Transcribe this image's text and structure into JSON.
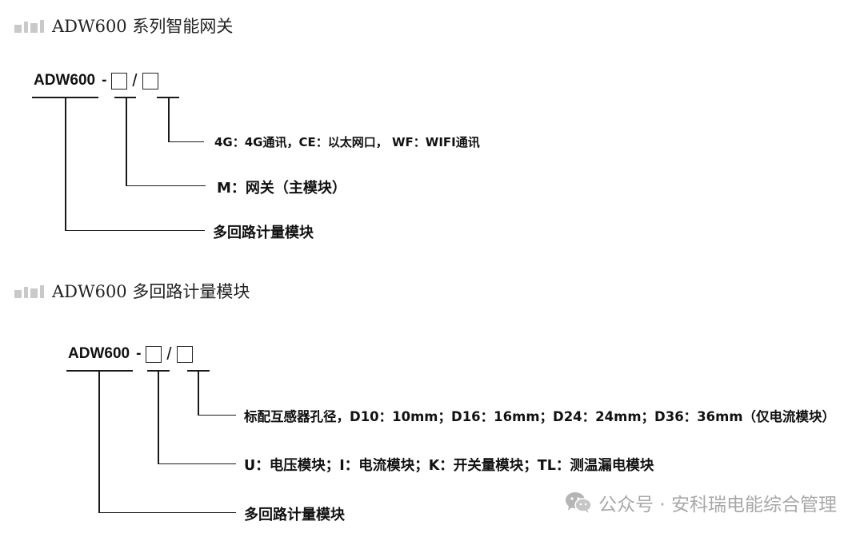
{
  "section1": {
    "heading": "ADW600 系列智能网关",
    "code": {
      "model": "ADW600",
      "dash": "-",
      "slash": "/"
    },
    "descriptions": [
      "4G：4G通讯，CE：以太网口， WF：WIFI通讯",
      "M：网关（主模块）",
      "多回路计量模块"
    ]
  },
  "section2": {
    "heading": "ADW600 多回路计量模块",
    "code": {
      "model": "ADW600",
      "dash": "-",
      "slash": "/"
    },
    "descriptions": [
      "标配互感器孔径，D10：10mm；D16：16mm；D24：24mm；D36：36mm（仅电流模块）",
      "U：电压模块；I：电流模块；K：开关量模块；TL：测温漏电模块",
      "多回路计量模块"
    ]
  },
  "watermark": {
    "text": "公众号 · 安科瑞电能综合管理",
    "icon": "wechat-icon"
  }
}
